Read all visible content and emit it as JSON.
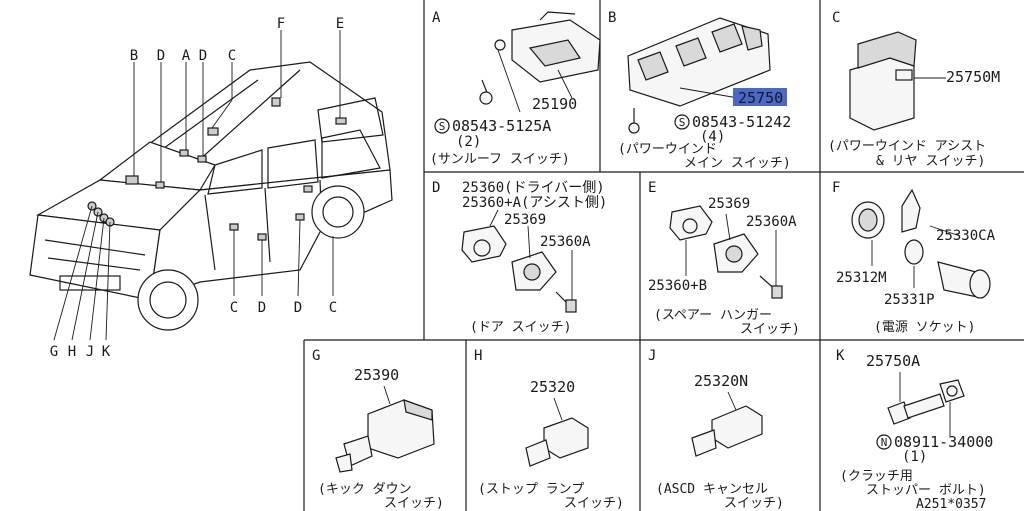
{
  "vehicle": {
    "top_callouts": [
      "B",
      "D",
      "A",
      "D",
      "C",
      "F",
      "E"
    ],
    "bottom_callouts": [
      "G",
      "H",
      "J",
      "K",
      "C",
      "D",
      "D",
      "C"
    ]
  },
  "panels": {
    "A": {
      "letter": "A",
      "part": "25190",
      "screw": "08543-5125A",
      "screw_prefix": "S",
      "qty": "(2)",
      "caption": "(サンルーフ スイッチ)"
    },
    "B": {
      "letter": "B",
      "part": "25750",
      "screw": "08543-51242",
      "screw_prefix": "S",
      "qty": "(4)",
      "caption_1": "(パワーウインド",
      "caption_2": "メイン スイッチ)"
    },
    "C": {
      "letter": "C",
      "part": "25750M",
      "caption_1": "(パワーウインド アシスト",
      "caption_2": "& リヤ スイッチ)"
    },
    "D": {
      "letter": "D",
      "part_1": "25360(ドライバー側)",
      "part_2": "25360+A(アシスト側)",
      "part_3": "25369",
      "part_4": "25360A",
      "caption": "(ドア スイッチ)"
    },
    "E": {
      "letter": "E",
      "part_1": "25369",
      "part_2": "25360A",
      "part_3": "25360+B",
      "caption_1": "(スペアー ハンガー",
      "caption_2": "スイッチ)"
    },
    "F": {
      "letter": "F",
      "part_1": "25330CA",
      "part_2": "25312M",
      "part_3": "25331P",
      "caption": "(電源 ソケット)"
    },
    "G": {
      "letter": "G",
      "part": "25390",
      "caption_1": "(キック ダウン",
      "caption_2": "スイッチ)"
    },
    "H": {
      "letter": "H",
      "part": "25320",
      "caption_1": "(ストップ ランプ",
      "caption_2": "スイッチ)"
    },
    "J": {
      "letter": "J",
      "part": "25320N",
      "caption_1": "(ASCD キャンセル",
      "caption_2": "スイッチ)"
    },
    "K": {
      "letter": "K",
      "part": "25750A",
      "bolt": "08911-34000",
      "bolt_prefix": "N",
      "qty": "(1)",
      "caption_1": "(クラッチ用",
      "caption_2": "ストッパー ボルト)"
    }
  },
  "footer": {
    "ref": "A251*0357"
  },
  "colors": {
    "line": "#1a1a1a",
    "highlight": "#4a68c8"
  }
}
